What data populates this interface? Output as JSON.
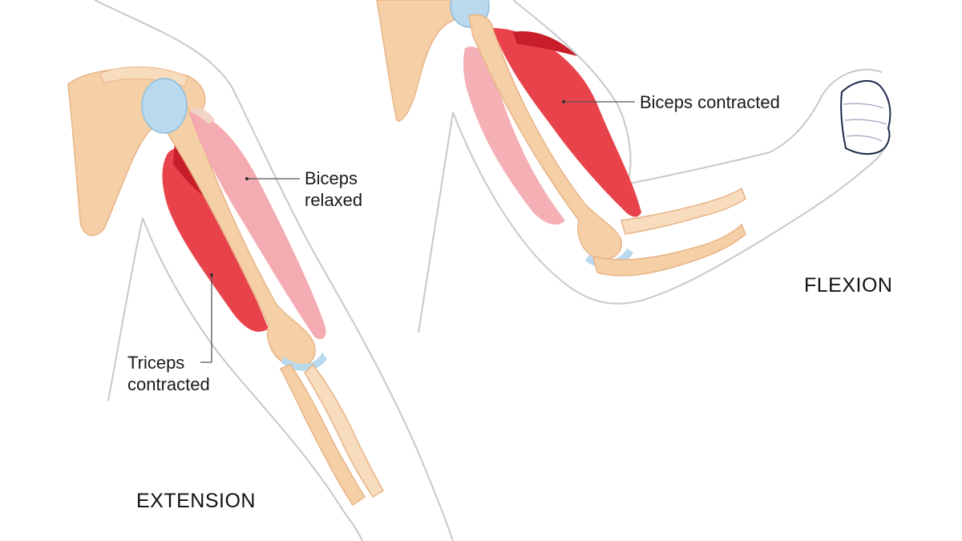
{
  "labels": {
    "biceps_relaxed_line1": "Biceps",
    "biceps_relaxed_line2": "relaxed",
    "triceps_contracted_line1": "Triceps",
    "triceps_contracted_line2": "contracted",
    "biceps_contracted": "Biceps contracted"
  },
  "captions": {
    "extension": "EXTENSION",
    "flexion": "FLEXION"
  },
  "colors": {
    "bone": "#f5cfa6",
    "bone_shade": "#e8b487",
    "cartilage": "#b8d9ee",
    "muscle_contracted": "#e8434b",
    "muscle_dark": "#c81e2a",
    "muscle_relaxed": "#f3a7ad",
    "skin_outline": "#c8c8c8",
    "fist_outline": "#1f2a4a"
  }
}
